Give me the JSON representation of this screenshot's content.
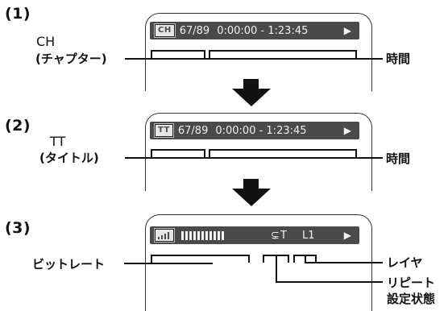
{
  "steps": [
    {
      "number": "(1)",
      "mode_label_line1": "CH",
      "mode_label_line2": "(チャプター)",
      "badge": "CH",
      "counter": "67/89",
      "time": "0:00:00 - 1:23:45",
      "play_glyph": "▶",
      "right_label": "時間"
    },
    {
      "number": "(2)",
      "mode_label_line1": "TT",
      "mode_label_line2": "(タイトル)",
      "badge": "TT",
      "counter": "67/89",
      "time": "0:00:00 - 1:23:45",
      "play_glyph": "▶",
      "right_label": "時間"
    },
    {
      "number": "(3)",
      "left_label": "ビットレート",
      "repeat_glyph": "⊊",
      "repeat_text": "T",
      "layer_text": "L1",
      "play_glyph": "▶",
      "bitrate_level": 11,
      "right_labels": [
        "レイヤ",
        "リピート",
        "設定状態"
      ]
    }
  ],
  "icons": {
    "step_arrow": "down-arrow-icon",
    "signal": "bitrate-signal-icon"
  }
}
